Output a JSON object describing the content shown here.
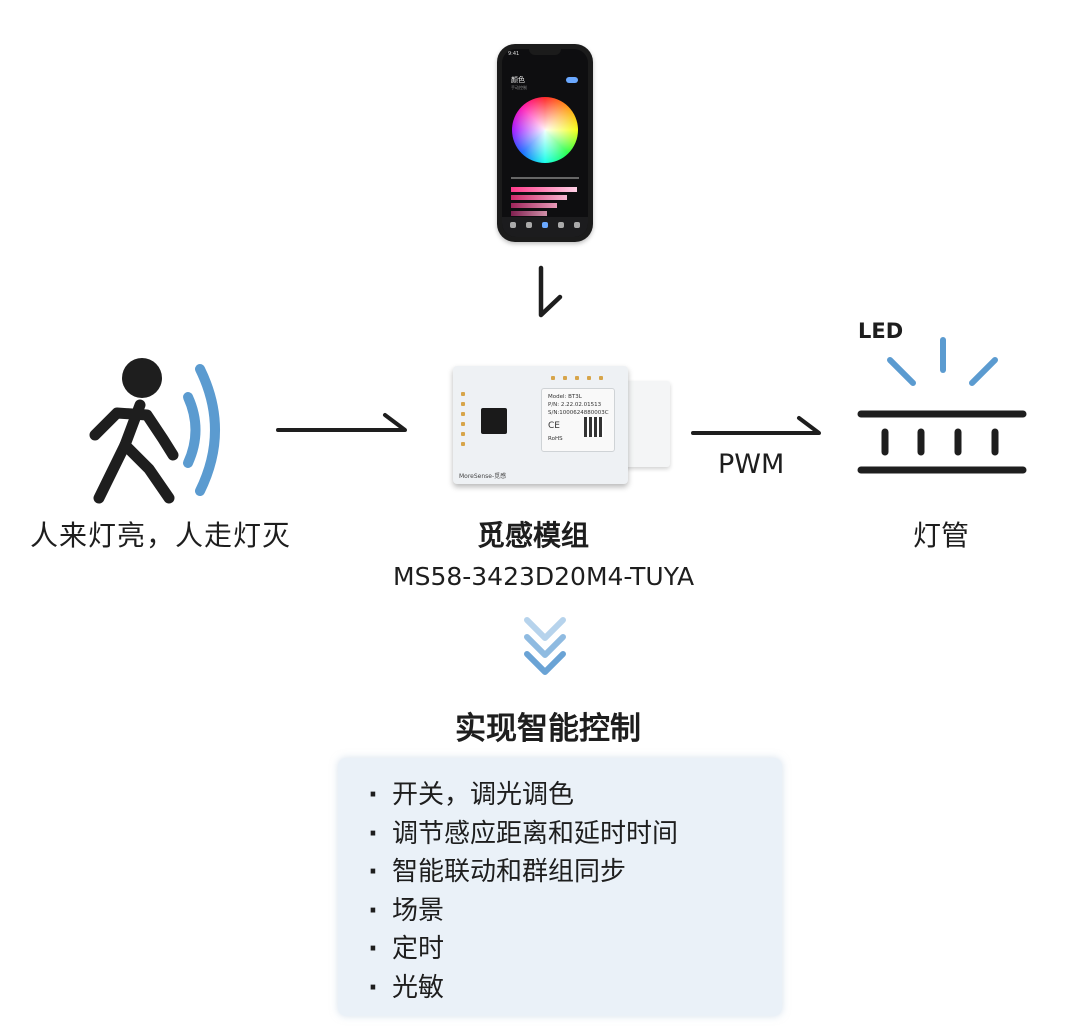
{
  "phone": {
    "status_time": "9:41",
    "screen_title": "颜色",
    "screen_subtitle": "手动控制"
  },
  "person": {
    "caption": "人来灯亮，人走灯灭"
  },
  "module": {
    "title": "觅感模组",
    "model": "MS58-3423D20M4-TUYA",
    "board_text": {
      "model_line": "Model: BT3L",
      "pn_line": "P/N: 2.22.02.01513",
      "sn_line": "S/N:1000624880003C",
      "ce": "CE",
      "rohs": "RoHS",
      "brand": "MoreSense-觅感"
    }
  },
  "connection": {
    "pwm_label": "PWM"
  },
  "lamp": {
    "led_label": "LED",
    "caption": "灯管"
  },
  "features": {
    "title": "实现智能控制",
    "items": [
      "开关，调光调色",
      "调节感应距离和延时时间",
      "智能联动和群组同步",
      "场景",
      "定时",
      "光敏"
    ]
  },
  "colors": {
    "line": "#1e1e1e",
    "accent_blue": "#5b9bd0",
    "chevron_blue": "#7fb1dc",
    "box_bg": "#eaf1f8"
  }
}
